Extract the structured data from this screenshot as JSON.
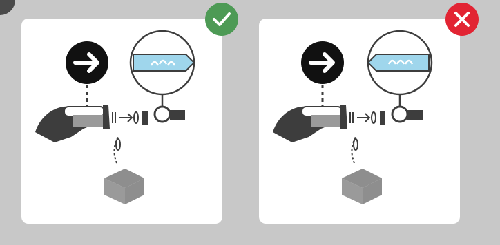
{
  "colors": {
    "background": "#c8c8c8",
    "panel": "#ffffff",
    "ink": "#3d3d3d",
    "black_circle": "#111111",
    "flow": "#9fd6ec",
    "correct": "#4d9a55",
    "incorrect": "#e22433"
  },
  "panels": [
    {
      "status": "correct",
      "status_icon": "checkmark-icon",
      "flow_direction": "right"
    },
    {
      "status": "incorrect",
      "status_icon": "x-mark-icon",
      "flow_direction": "left"
    }
  ]
}
